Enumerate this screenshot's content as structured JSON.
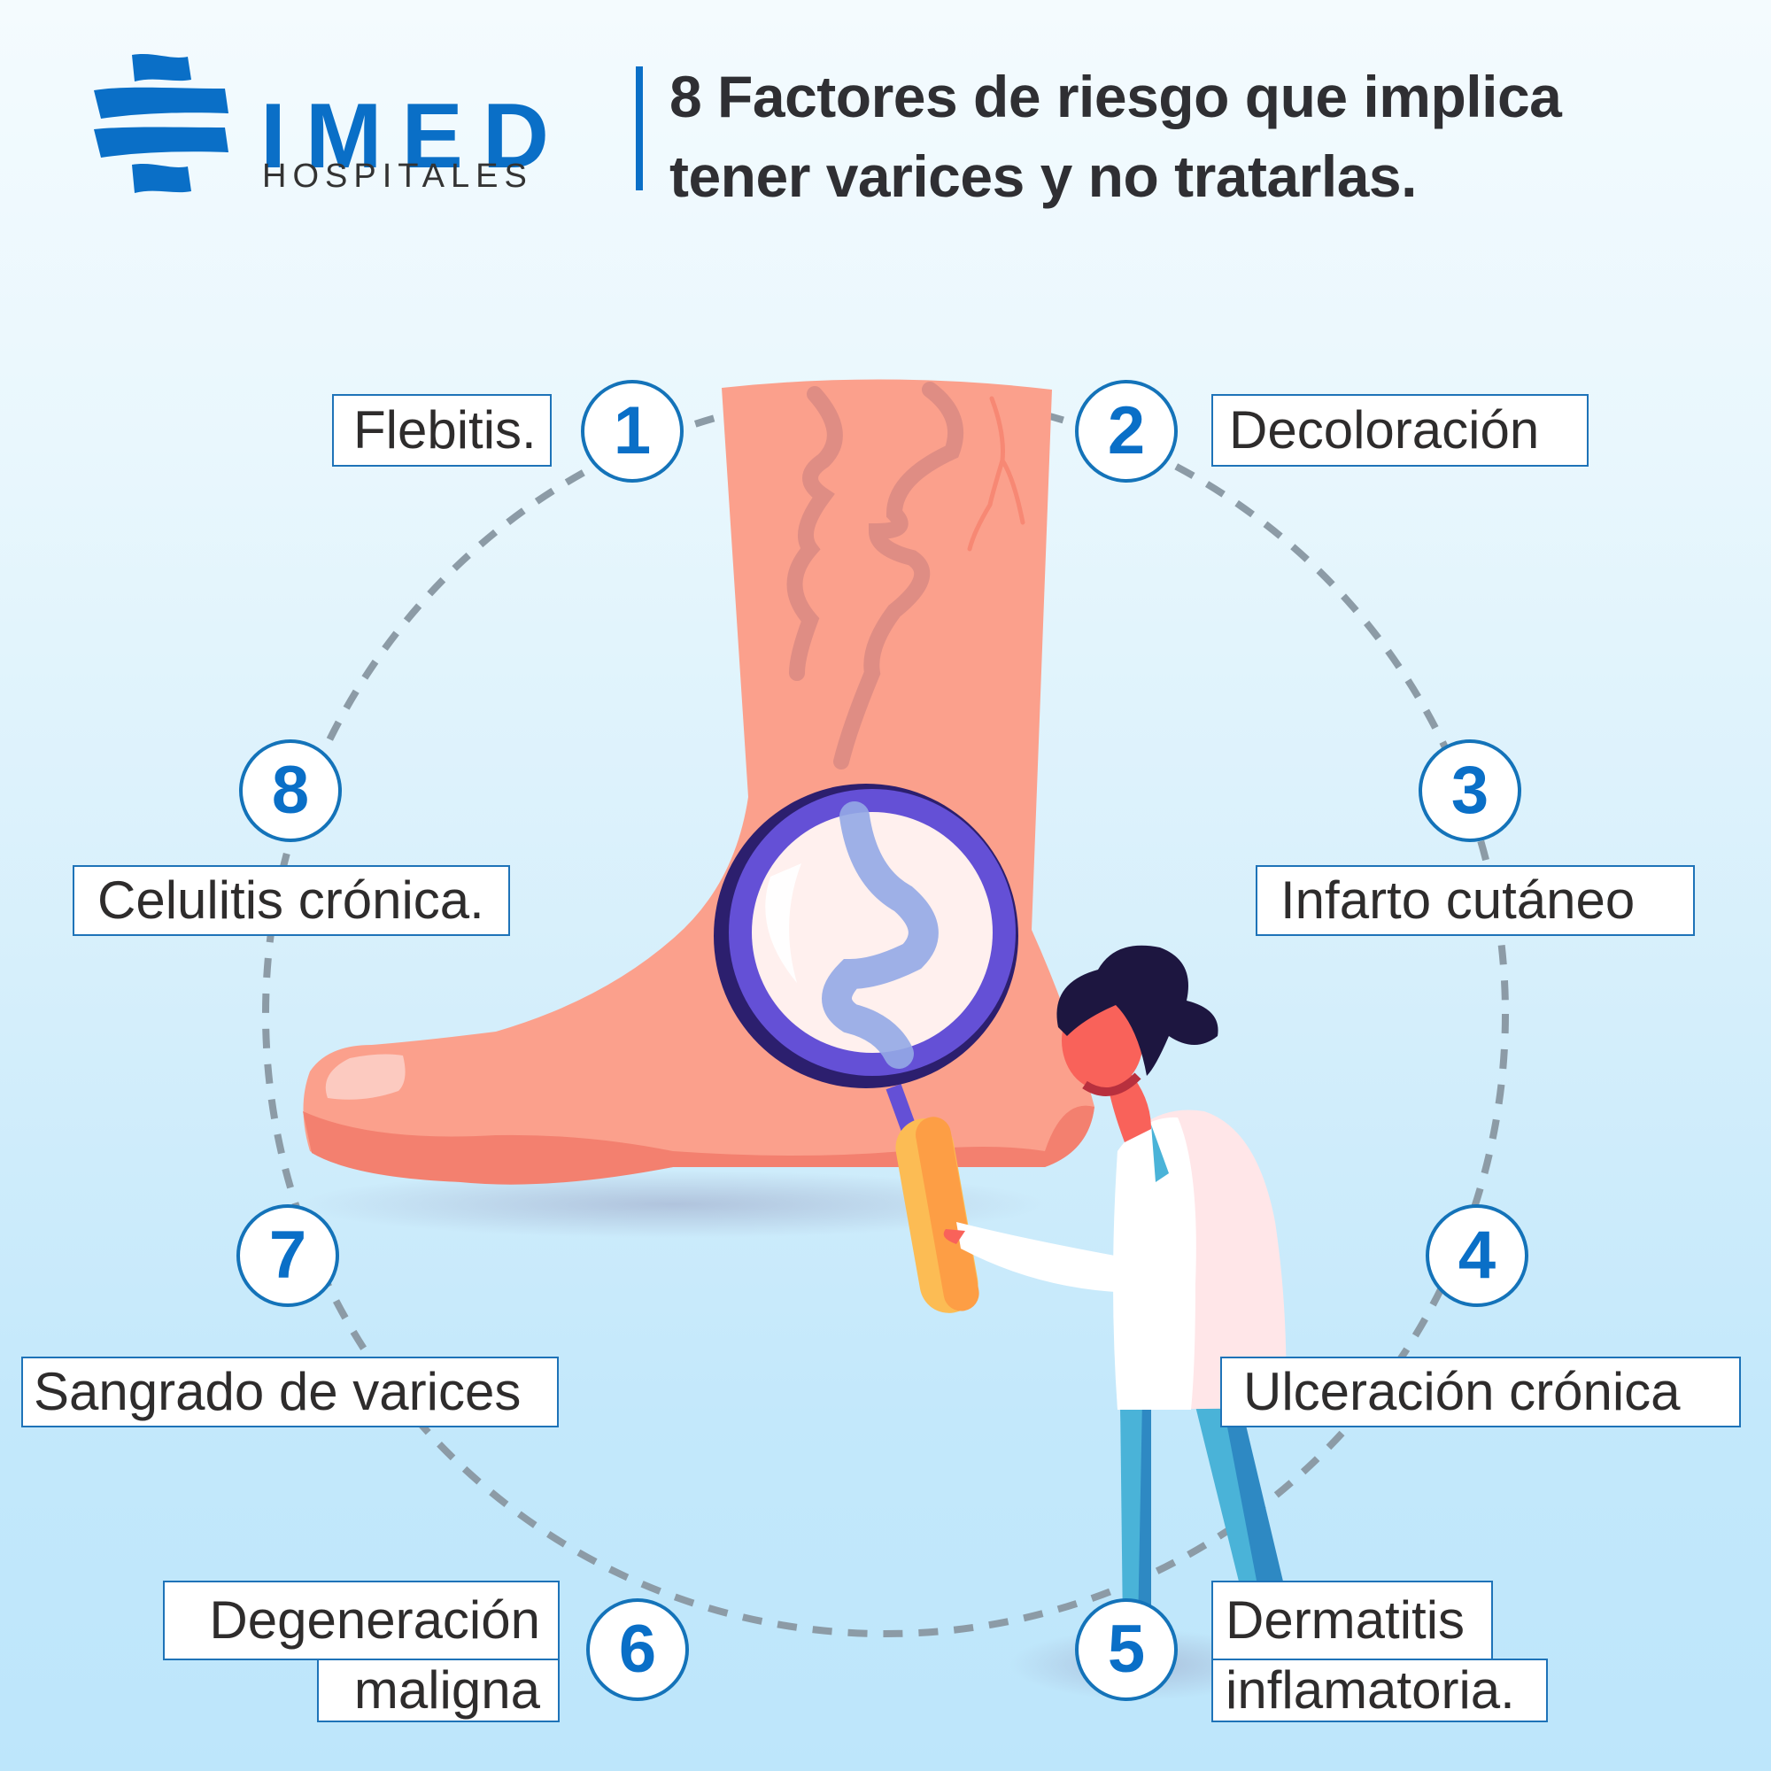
{
  "brand": {
    "name": "IMED",
    "subtitle": "HOSPITALES",
    "color": "#0a6fc7"
  },
  "title": {
    "line1": "8 Factores de riesgo que implica",
    "line2": "tener varices y no tratarlas."
  },
  "colors": {
    "accent_blue": "#0a6fc7",
    "badge_border": "#1473b9",
    "label_border": "#1e73b8",
    "text_dark": "#2e2c2c",
    "skin": "#fba08c",
    "skin_shadow": "#f3806f",
    "magnifier_ring": "#6450d6",
    "magnifier_ring_dark": "#2c1f6e",
    "dashed_circle": "#8c9ba6",
    "scrubs": "#4ab3d8"
  },
  "factors": [
    {
      "number": "1",
      "label": "Flebitis."
    },
    {
      "number": "2",
      "label": "Decoloración"
    },
    {
      "number": "3",
      "label": "Infarto cutáneo"
    },
    {
      "number": "4",
      "label": "Ulceración crónica"
    },
    {
      "number": "5",
      "label_line1": "Dermatitis",
      "label_line2": "inflamatoria."
    },
    {
      "number": "6",
      "label_line1": "Degeneración",
      "label_line2": "maligna"
    },
    {
      "number": "7",
      "label": "Sangrado de varices"
    },
    {
      "number": "8",
      "label": "Celulitis crónica."
    }
  ],
  "illustration": {
    "subject": "foot-with-varicose-veins",
    "doctor": "doctor-with-magnifying-glass"
  }
}
